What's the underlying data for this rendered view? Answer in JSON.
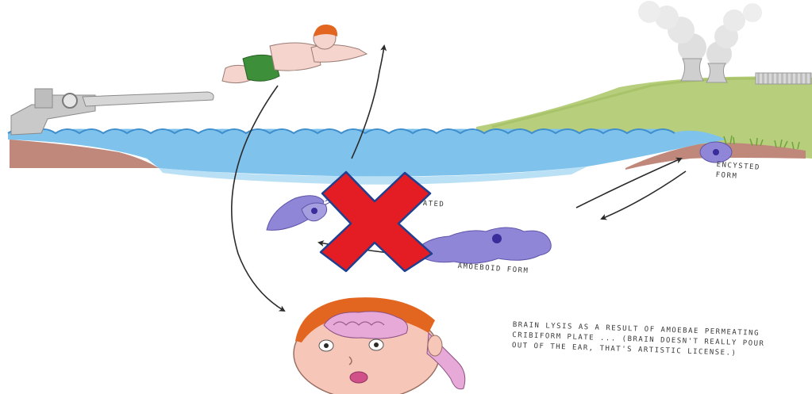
{
  "labels": {
    "encysted": "ENCYSTED FORM",
    "flagellated": "ATED",
    "amoeboid": "AMOEBOID FORM",
    "caption": "BRAIN LYSIS AS A RESULT OF AMOEBAE PERMEATING CRIBIFORM PLATE ... (BRAIN DOESN'T REALLY POUR OUT OF THE EAR, THAT'S ARTISTIC LICENSE.)"
  },
  "colors": {
    "water": "#7fc3ec",
    "water_deep": "#a9d8f2",
    "shore": "#c0887a",
    "hill": "#b7cf7c",
    "amoeba": "#8f86d8",
    "nucleus": "#3a2c9a",
    "hair": "#e2661f",
    "cross_fill": "#e41c24",
    "cross_outline": "#1f3f8f"
  },
  "icons": {
    "cross": "red-x-mark-icon"
  }
}
